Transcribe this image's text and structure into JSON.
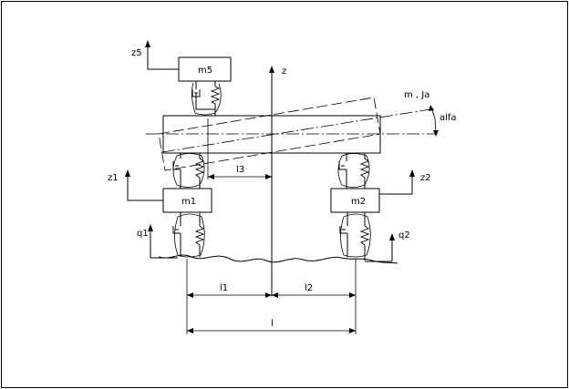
{
  "labels": {
    "z": "z",
    "z5": "z5",
    "m5": "m5",
    "m_ja": "m , Ja",
    "alfa": "alfa",
    "z1": "z1",
    "m1": "m1",
    "q1": "q1",
    "z2": "z2",
    "m2": "m2",
    "q2": "q2",
    "l3": "l3",
    "l1": "l1",
    "l2": "l2",
    "l": "l"
  }
}
